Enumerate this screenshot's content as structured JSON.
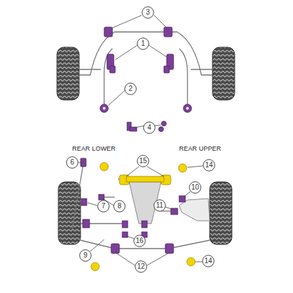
{
  "diagram": {
    "nodes": [
      {
        "text": [
          "3"
        ]
      },
      {
        "text": [
          "1"
        ]
      },
      {
        "text": [
          "2"
        ]
      },
      {
        "text": [
          "4"
        ]
      },
      {
        "text": [
          "6"
        ]
      },
      {
        "text": [
          "15"
        ]
      },
      {
        "text": [
          "14"
        ]
      },
      {
        "text": [
          "10"
        ]
      },
      {
        "text": [
          "7"
        ]
      },
      {
        "text": [
          "8"
        ]
      },
      {
        "text": [
          "11"
        ]
      },
      {
        "text": [
          "16"
        ]
      },
      {
        "text": [
          "9"
        ]
      },
      {
        "text": [
          "12"
        ]
      },
      {
        "text": [
          "14"
        ]
      }
    ],
    "labels": [
      "REAR LOWER",
      "REAR UPPER"
    ]
  }
}
